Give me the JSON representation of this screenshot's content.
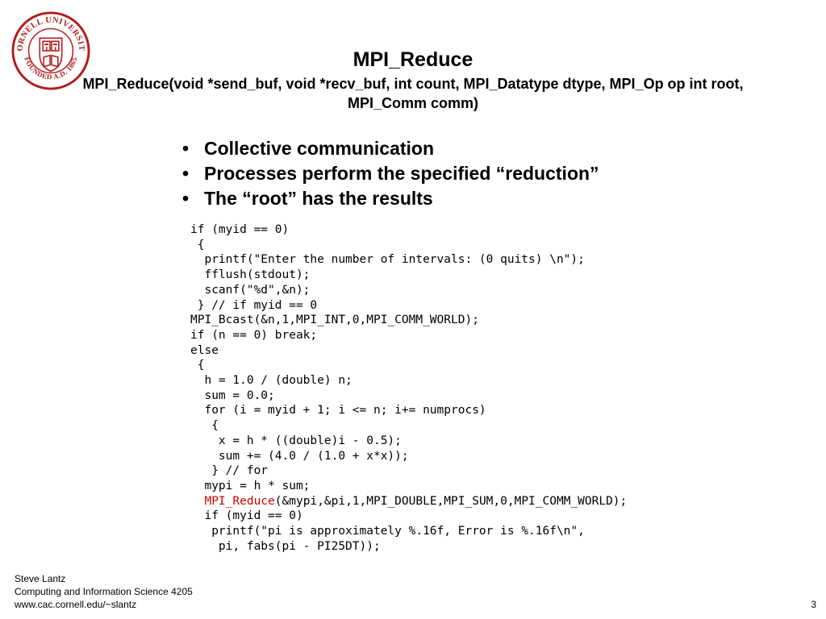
{
  "slide": {
    "title": "MPI_Reduce",
    "signature": "MPI_Reduce(void *send_buf, void *recv_buf, int count, MPI_Datatype dtype, MPI_Op op int root, MPI_Comm comm)",
    "bullets": [
      "Collective communication",
      "Processes perform the specified “reduction”",
      "The “root” has the results"
    ],
    "code": {
      "l01": "if (myid == 0)",
      "l02": " {",
      "l03": "  printf(\"Enter the number of intervals: (0 quits) \\n\");",
      "l04": "  fflush(stdout);",
      "l05": "  scanf(\"%d\",&n);",
      "l06": " } // if myid == 0",
      "l07": "MPI_Bcast(&n,1,MPI_INT,0,MPI_COMM_WORLD);",
      "l08": "if (n == 0) break;",
      "l09": "else",
      "l10": " {",
      "l11": "  h = 1.0 / (double) n;",
      "l12": "  sum = 0.0;",
      "l13": "  for (i = myid + 1; i <= n; i+= numprocs)",
      "l14": "   {",
      "l15": "    x = h * ((double)i - 0.5);",
      "l16": "    sum += (4.0 / (1.0 + x*x));",
      "l17": "   } // for",
      "l18": "  mypi = h * sum;",
      "l19_indent": "  ",
      "l19_keyword": "MPI_Reduce",
      "l19_rest": "(&mypi,&pi,1,MPI_DOUBLE,MPI_SUM,0,MPI_COMM_WORLD);",
      "l20": "  if (myid == 0)",
      "l21": "   printf(\"pi is approximately %.16f, Error is %.16f\\n\",",
      "l22": "    pi, fabs(pi - PI25DT));"
    },
    "footer": {
      "author": "Steve Lantz",
      "course": "Computing and Information Science 4205",
      "url": "www.cac.cornell.edu/~slantz"
    },
    "page_number": "3"
  },
  "logo": {
    "icon": "cornell-seal-icon",
    "ring_text": "CORNELL UNIVERSITY",
    "bottom_text": "FOUNDED A.D. 1865"
  },
  "colors": {
    "seal_red": "#b31b1b",
    "highlight_red": "#cc0000"
  }
}
